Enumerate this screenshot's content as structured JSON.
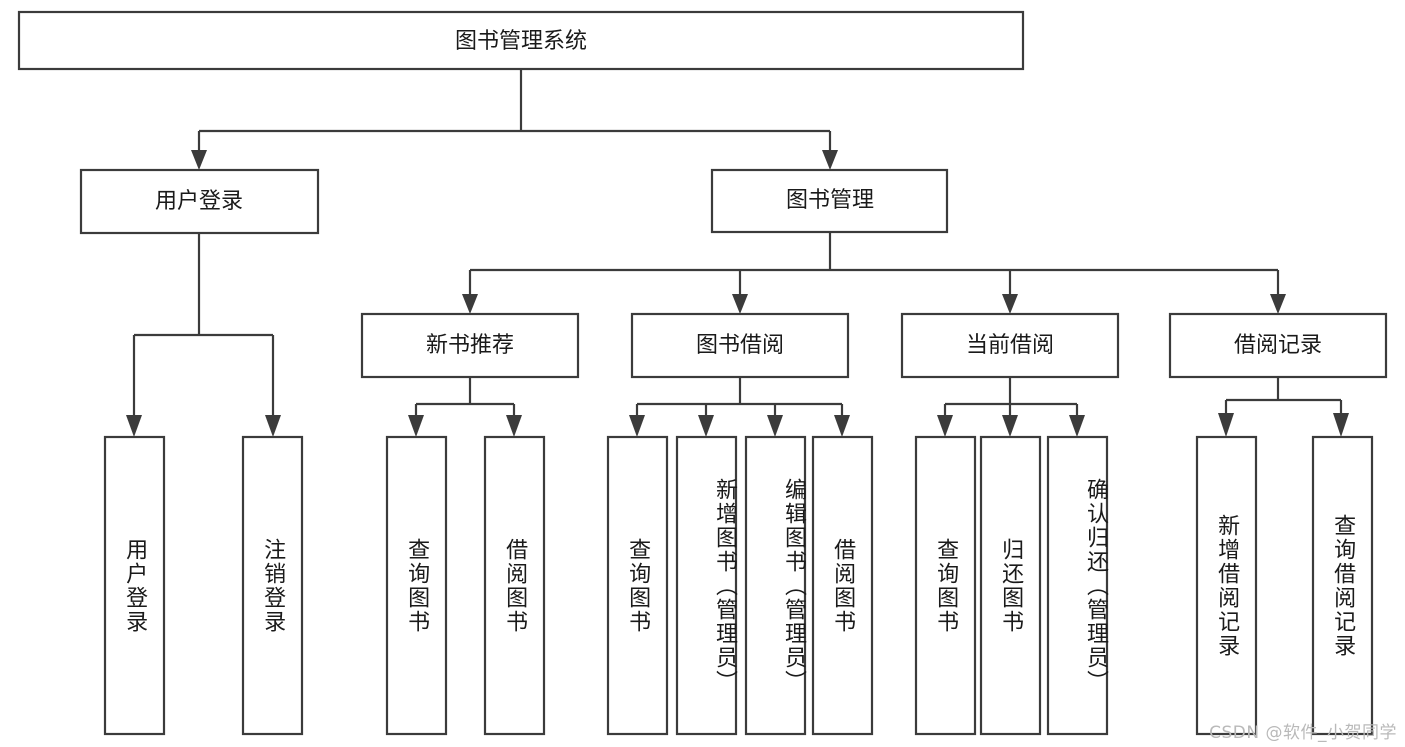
{
  "diagram": {
    "title": "图书管理系统",
    "type": "tree",
    "watermark": "CSDN @软件_小贺同学",
    "colors": {
      "stroke": "#3b3b3b",
      "fill": "#ffffff",
      "text": "#1a1a1a",
      "watermark": "#b9b9b9"
    },
    "root": {
      "label": "图书管理系统"
    },
    "level2": [
      {
        "label": "用户登录"
      },
      {
        "label": "图书管理"
      }
    ],
    "level3": [
      {
        "label": "新书推荐"
      },
      {
        "label": "图书借阅"
      },
      {
        "label": "当前借阅"
      },
      {
        "label": "借阅记录"
      }
    ],
    "leaves": {
      "user_login": [
        {
          "label": "用户登录"
        },
        {
          "label": "注销登录"
        }
      ],
      "new_book_recommend": [
        {
          "label": "查询图书"
        },
        {
          "label": "借阅图书"
        }
      ],
      "book_borrow": [
        {
          "label": "查询图书"
        },
        {
          "label": "新增图书（管理员）"
        },
        {
          "label": "编辑图书（管理员）"
        },
        {
          "label": "借阅图书"
        }
      ],
      "current_borrow": [
        {
          "label": "查询图书"
        },
        {
          "label": "归还图书"
        },
        {
          "label": "确认归还（管理员）"
        }
      ],
      "borrow_record": [
        {
          "label": "新增借阅记录"
        },
        {
          "label": "查询借阅记录"
        }
      ]
    }
  }
}
